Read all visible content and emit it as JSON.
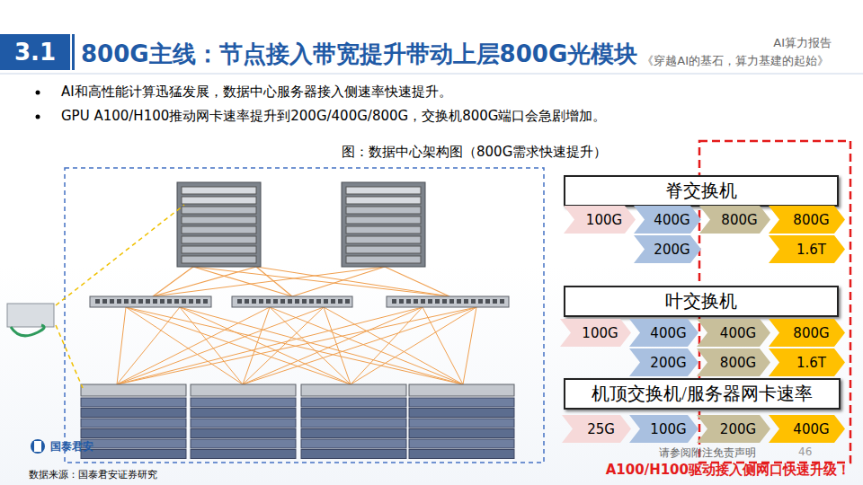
{
  "diagram": {
    "title": "800G主线：节点接入带宽提升带动上层800G光模块",
    "caption": "图：数据中心架构图（800G需求快速提升）",
    "nodes": [
      {
        "text": [
          "3.1"
        ]
      },
      {
        "text": [
          "脊交换机"
        ]
      },
      {
        "text": [
          "100G"
        ]
      },
      {
        "text": [
          "400G"
        ]
      },
      {
        "text": [
          "800G"
        ]
      },
      {
        "text": [
          "800G"
        ]
      },
      {
        "text": [
          "200G"
        ]
      },
      {
        "text": [
          "1.6T"
        ]
      },
      {
        "text": [
          "叶交换机"
        ]
      },
      {
        "text": [
          "100G"
        ]
      },
      {
        "text": [
          "400G"
        ]
      },
      {
        "text": [
          "400G"
        ]
      },
      {
        "text": [
          "800G"
        ]
      },
      {
        "text": [
          "200G"
        ]
      },
      {
        "text": [
          "800G"
        ]
      },
      {
        "text": [
          "1.6T"
        ]
      },
      {
        "text": [
          "机顶交换机/服务器网卡速率"
        ]
      },
      {
        "text": [
          "25G"
        ]
      },
      {
        "text": [
          "100G"
        ]
      },
      {
        "text": [
          "200G"
        ]
      },
      {
        "text": [
          "400G"
        ]
      }
    ],
    "labels": [
      "AI算力报告",
      "《穿越AI的基石，算力基建的起始》",
      "AI和高性能计算迅猛发展，数据中心服务器接入侧速率快速提升。",
      "GPU A100/H100推动网卡速率提升到200G/400G/800G，交换机800G端口会急剧增加。",
      "A100/H100驱动接入侧网口快速升级！",
      "请参阅附注免责声明",
      "46",
      "国泰君安",
      "数据来源：国泰君安证券研究"
    ]
  }
}
